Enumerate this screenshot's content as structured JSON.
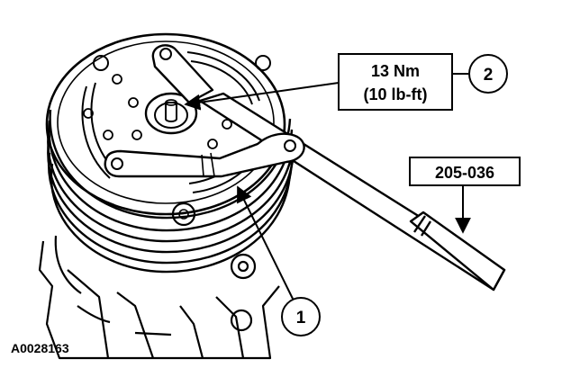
{
  "torque": {
    "metric": "13 Nm",
    "imperial": "(10 lb-ft)"
  },
  "callouts": {
    "one": "1",
    "two": "2"
  },
  "tool_label": "205-036",
  "figure_id": "A0028163"
}
